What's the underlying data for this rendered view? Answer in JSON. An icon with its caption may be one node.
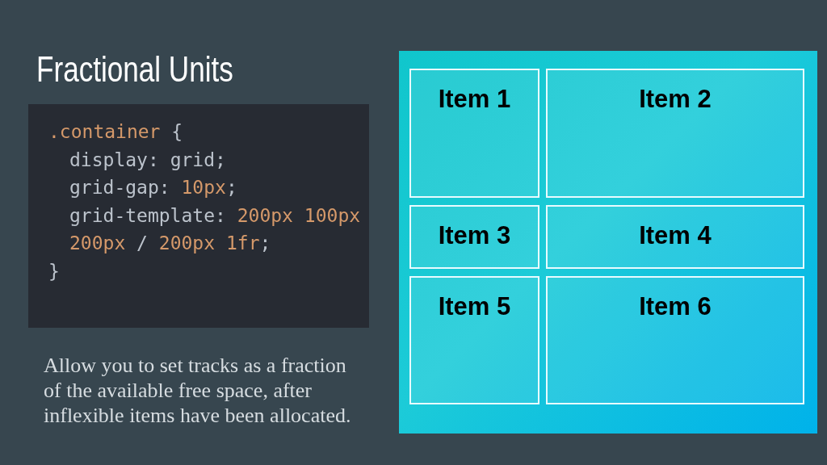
{
  "diagram": {
    "title": "Fractional Units",
    "nodes": [
      {
        "text": [
          ".container {",
          "display: grid;",
          "grid-gap: 10px;",
          "grid-template: 200px 100px 200px / 200px 1fr;",
          "}"
        ]
      },
      {
        "text": [],
        "shape": "box"
      },
      {
        "text": [
          "Item 1"
        ],
        "in": 1
      },
      {
        "text": [
          "Item 2"
        ],
        "in": 1
      },
      {
        "text": [
          "Item 3"
        ],
        "in": 1
      },
      {
        "text": [
          "Item 4"
        ],
        "in": 1
      },
      {
        "text": [
          "Item 5"
        ],
        "in": 1
      },
      {
        "text": [
          "Item 6"
        ],
        "in": 1
      }
    ],
    "labels": [
      "Allow you to set tracks as a fraction of the available free space, after inflexible items have been allocated."
    ]
  }
}
